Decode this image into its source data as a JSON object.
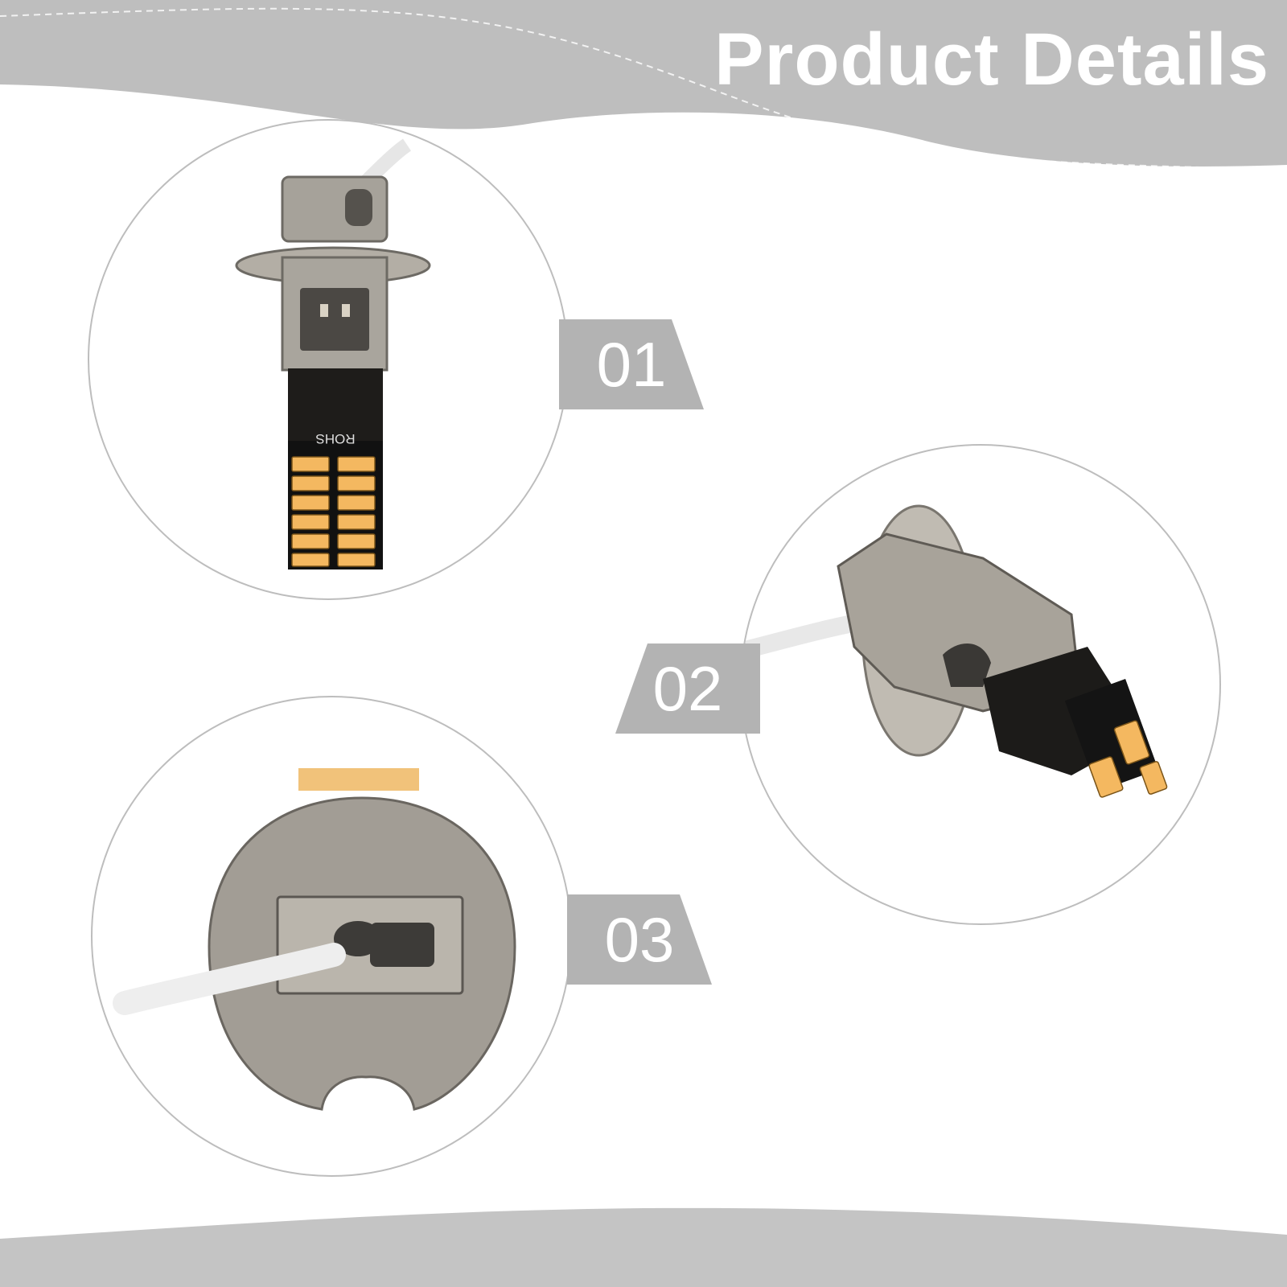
{
  "header": {
    "title": "Product Details"
  },
  "steps": [
    {
      "label": "01",
      "image_icon": "h3-led-bulb-front-view"
    },
    {
      "label": "02",
      "image_icon": "h3-led-bulb-side-view"
    },
    {
      "label": "03",
      "image_icon": "h3-led-bulb-base-view"
    }
  ],
  "colors": {
    "band": "#bebebe",
    "circle_border": "#bdbdbd",
    "badge": "#b3b3b3",
    "text": "#ffffff",
    "led_amber": "#f4b860"
  }
}
